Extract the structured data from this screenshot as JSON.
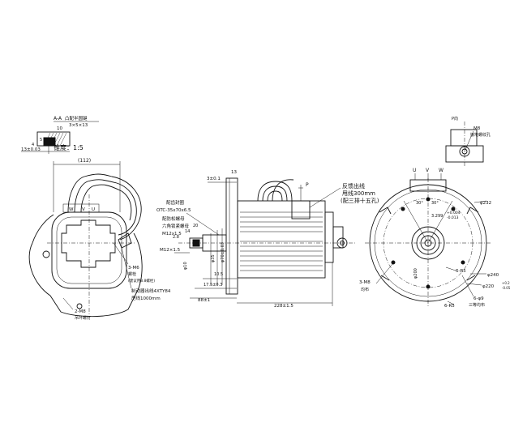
{
  "section_view": {
    "title": "A-A",
    "note_line1": "凸配半圆键",
    "note_line2": "3×5×13",
    "dim_10": "10",
    "dim_13": "13±0.03",
    "dim_5": "5",
    "dim_4": "4",
    "taper": "锥度：1:5"
  },
  "left_view": {
    "dim_width": "(112)",
    "phase_w": "W",
    "phase_v": "V",
    "phase_u": "U",
    "bolt_label": "3-M6",
    "bolt_sub1": "螺栓",
    "bolt_sub2": "(建议用8.8螺栓)",
    "brake_label": "制动器出线4XTY84",
    "brake_sub": "甩线1000mm",
    "mount_label": "2-M8",
    "mount_sub": "吊环螺钉"
  },
  "middle_view": {
    "key_label1": "配齿封圈",
    "key_label2": "OTC-35x70x6.5",
    "nut_label1": "配防松螺母",
    "nut_label2": "六角锁紧螺母",
    "nut_label3": "M12x1.5",
    "thread": "M12×1.5",
    "d_3": "3±0.1",
    "d_13": "13",
    "d_20": "20",
    "d_14": "14",
    "d_2": "2.8",
    "d_phi10": "φ10",
    "d_phi35": "φ35",
    "d_phi70": "φ70±0.03",
    "d_105": "10.5",
    "d_175": "17.5±0.3",
    "d_88": "88±1",
    "d_228": "228±1.5",
    "p_mark": "P",
    "feedback1": "反馈出线",
    "feedback2": "甩线300mm",
    "feedback3": "(配三排十五孔)"
  },
  "right_view": {
    "u": "U",
    "v": "V",
    "w": "W",
    "p_to": "P向",
    "m8": "M8",
    "m8_sub": "接地螺纹孔",
    "d232": "φ232",
    "ang30a": "30°",
    "ang30b": "30°",
    "tol1": "+0.004",
    "tol2": "-0.013",
    "tol_val": "3.299",
    "d200": "φ200",
    "d240": "φ240",
    "d220": "φ220",
    "tol3": "+0.2",
    "tol4": "-0.05",
    "r5_1": "6-R5",
    "r5_2": "6-R5",
    "m8_left": "3-M8",
    "m8_left_sub": "均布",
    "phi9": "6-φ9",
    "phi9_sub": "三等均布"
  }
}
